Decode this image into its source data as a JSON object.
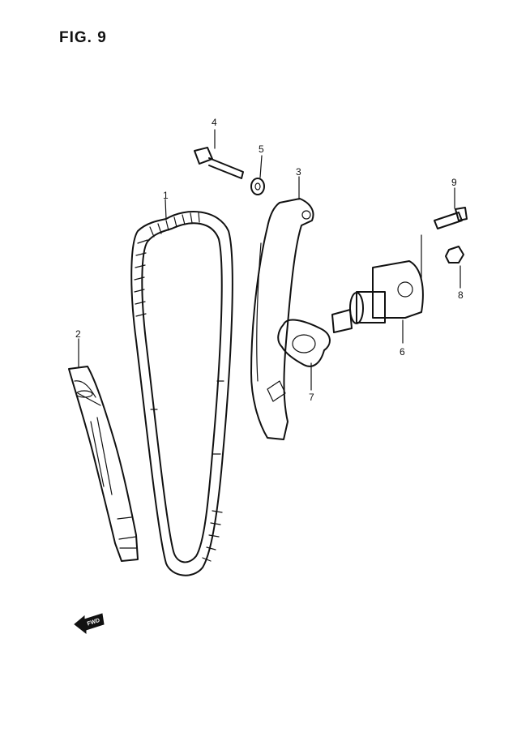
{
  "figure": {
    "title": "FIG. 9"
  },
  "callouts": [
    {
      "number": "1",
      "part": "cam-chain"
    },
    {
      "number": "2",
      "part": "chain-guide"
    },
    {
      "number": "3",
      "part": "chain-tensioner-guide"
    },
    {
      "number": "4",
      "part": "bolt"
    },
    {
      "number": "5",
      "part": "washer"
    },
    {
      "number": "6",
      "part": "chain-tensioner-adjuster"
    },
    {
      "number": "7",
      "part": "gasket"
    },
    {
      "number": "8",
      "part": "nut"
    },
    {
      "number": "9",
      "part": "screw"
    }
  ],
  "direction_marker": {
    "label": "FWD"
  }
}
